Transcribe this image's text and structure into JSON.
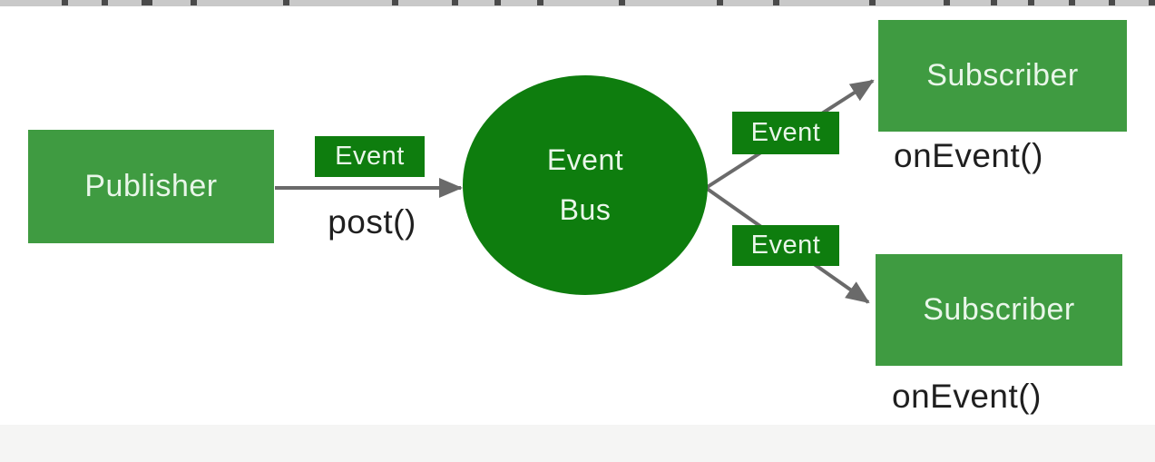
{
  "diagram": {
    "publisher": {
      "label": "Publisher",
      "method": "post()"
    },
    "bus": {
      "label_line1": "Event",
      "label_line2": "Bus"
    },
    "event_badges": [
      "Event",
      "Event",
      "Event"
    ],
    "subscribers": [
      {
        "label": "Subscriber",
        "method": "onEvent()"
      },
      {
        "label": "Subscriber",
        "method": "onEvent()"
      }
    ],
    "colors": {
      "node_green": "#3f9b41",
      "dark_green": "#0e7d0e",
      "arrow_gray": "#6a6a6a",
      "light_text": "#e9f6e9",
      "method_text": "#1f1f1f",
      "top_strip_gray": "#c9c9c9",
      "footer_gray": "#f5f5f4"
    }
  }
}
